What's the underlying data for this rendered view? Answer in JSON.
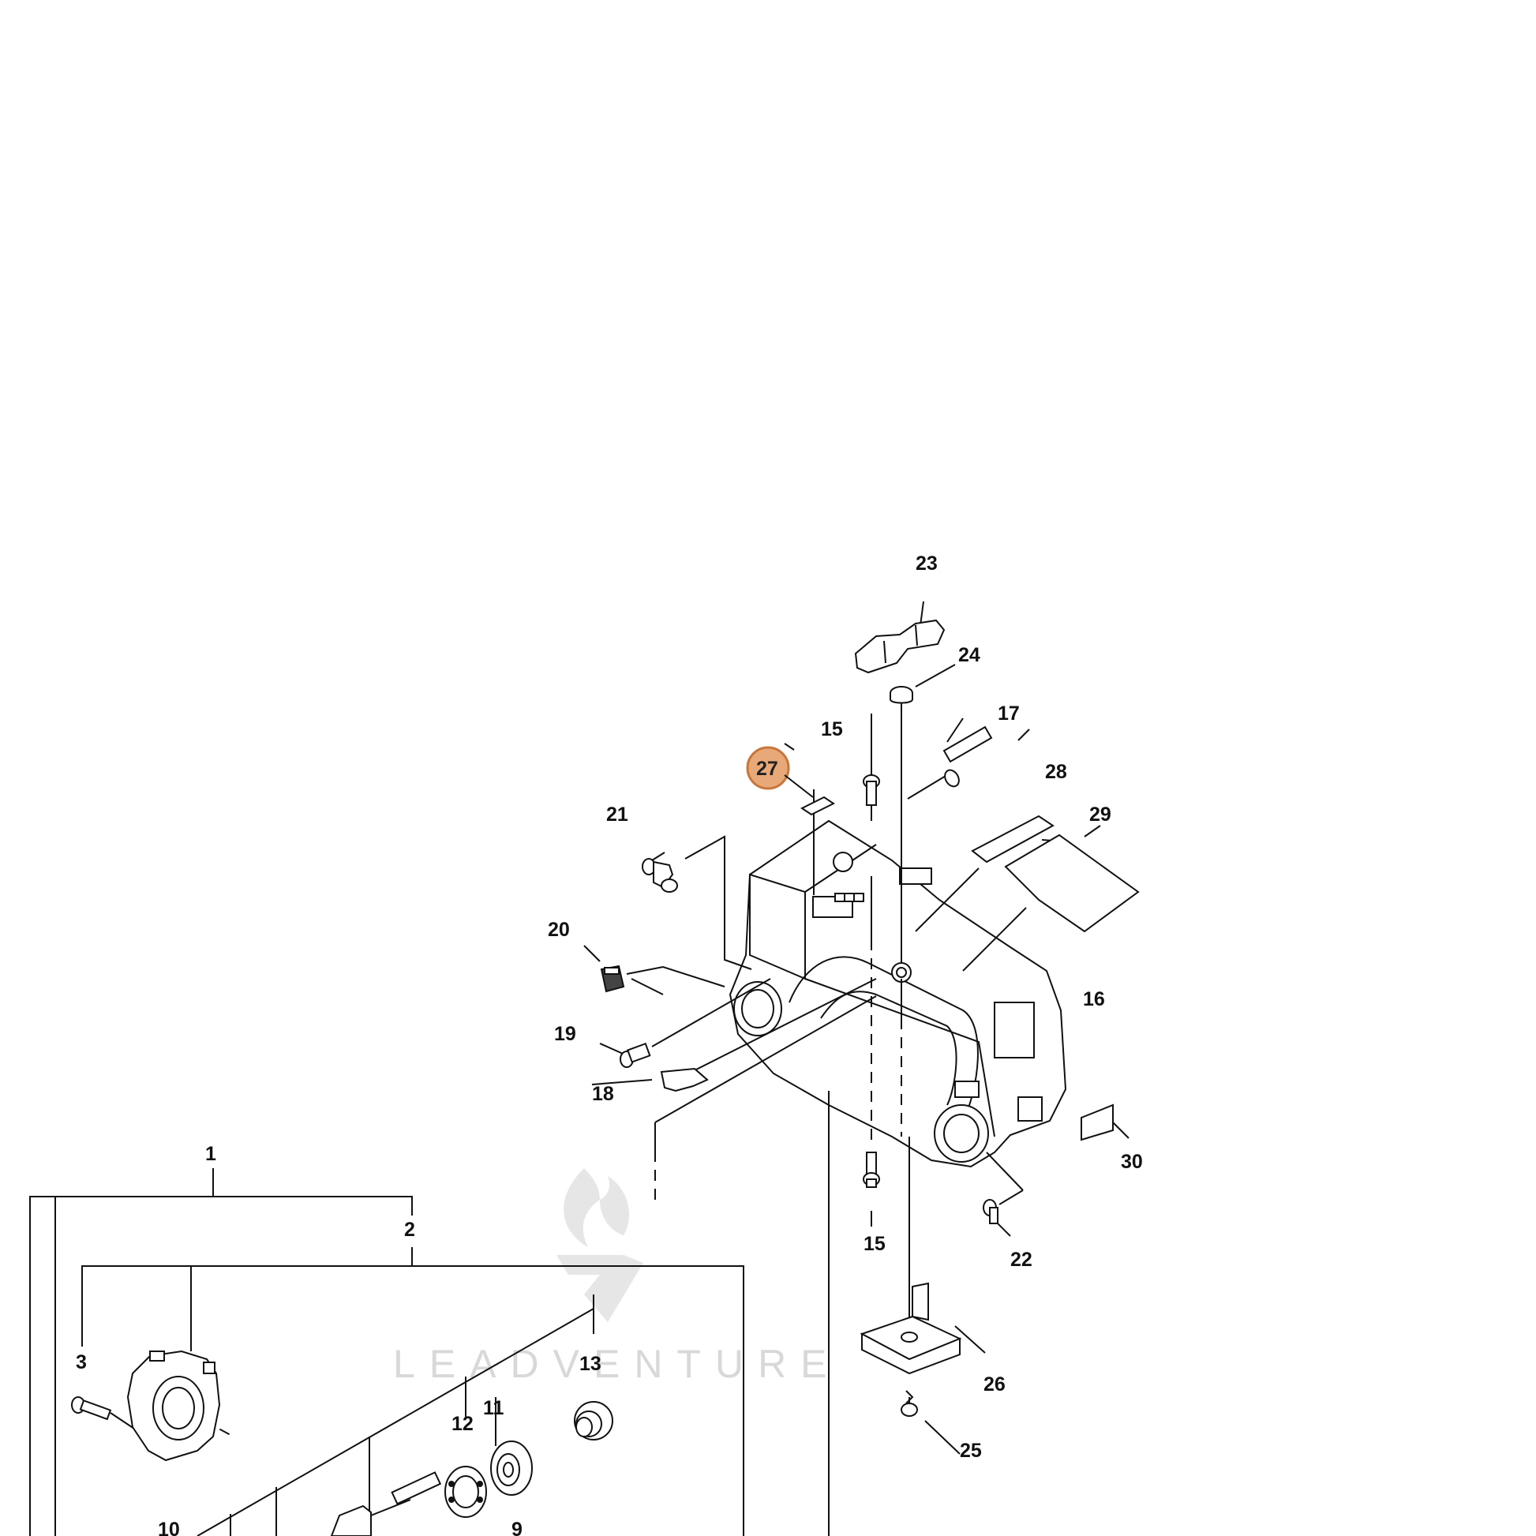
{
  "diagram": {
    "callouts": [
      {
        "id": "c1",
        "text": "1"
      },
      {
        "id": "c2",
        "text": "2"
      },
      {
        "id": "c3",
        "text": "3"
      },
      {
        "id": "c9",
        "text": "9"
      },
      {
        "id": "c10",
        "text": "10"
      },
      {
        "id": "c11",
        "text": "11"
      },
      {
        "id": "c12",
        "text": "12"
      },
      {
        "id": "c13",
        "text": "13"
      },
      {
        "id": "c15a",
        "text": "15"
      },
      {
        "id": "c15b",
        "text": "15"
      },
      {
        "id": "c16",
        "text": "16"
      },
      {
        "id": "c17",
        "text": "17"
      },
      {
        "id": "c18",
        "text": "18"
      },
      {
        "id": "c19",
        "text": "19"
      },
      {
        "id": "c20",
        "text": "20"
      },
      {
        "id": "c21",
        "text": "21"
      },
      {
        "id": "c22",
        "text": "22"
      },
      {
        "id": "c23",
        "text": "23"
      },
      {
        "id": "c24",
        "text": "24"
      },
      {
        "id": "c25",
        "text": "25"
      },
      {
        "id": "c26",
        "text": "26"
      },
      {
        "id": "c27",
        "text": "27"
      },
      {
        "id": "c28",
        "text": "28"
      },
      {
        "id": "c29",
        "text": "29"
      },
      {
        "id": "c30",
        "text": "30"
      }
    ],
    "highlighted_callout": "27",
    "highlight_color": "#e8a878",
    "highlight_border": "#c8763c",
    "watermark": {
      "text": "LEADVENTURE",
      "color": "#d8d8d8"
    }
  }
}
